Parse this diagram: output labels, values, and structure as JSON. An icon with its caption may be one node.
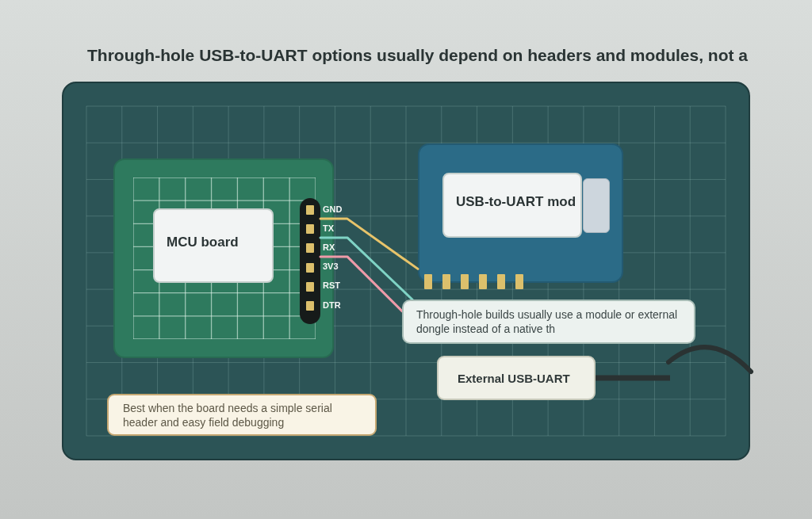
{
  "diagram": {
    "title": "Through-hole USB-to-UART options usually depend on headers and modules, not a",
    "nodes": [
      {
        "text": [],
        "shape": "box"
      },
      {
        "text": [
          "MCU board"
        ],
        "in": 0
      },
      {
        "text": [],
        "shape": "bar",
        "in": 0,
        "beside": [
          "GND",
          "TX",
          "RX",
          "3V3",
          "RST",
          "DTR"
        ]
      },
      {
        "text": [],
        "shape": "box"
      },
      {
        "text": [
          "USB-to-UART mod"
        ],
        "in": 3
      },
      {
        "text": [
          "Through-hole builds usually use a module or external dongle instead of a native th"
        ]
      },
      {
        "text": [
          "External USB-UART"
        ]
      },
      {
        "text": [
          "Best when the board needs a simple serial header and easy field debugging"
        ]
      }
    ],
    "edges": [
      {
        "from": 2,
        "to": 3,
        "arrow": "none",
        "color": "#e8c46a"
      },
      {
        "from": 2,
        "to": 5,
        "arrow": "none",
        "color": "#7fd3c5"
      },
      {
        "from": 2,
        "to": 5,
        "arrow": "none",
        "color": "#ee9aa8"
      },
      {
        "from": 6,
        "to": null,
        "arrow": "none",
        "style": "thick",
        "color": "#2a3232"
      }
    ]
  }
}
